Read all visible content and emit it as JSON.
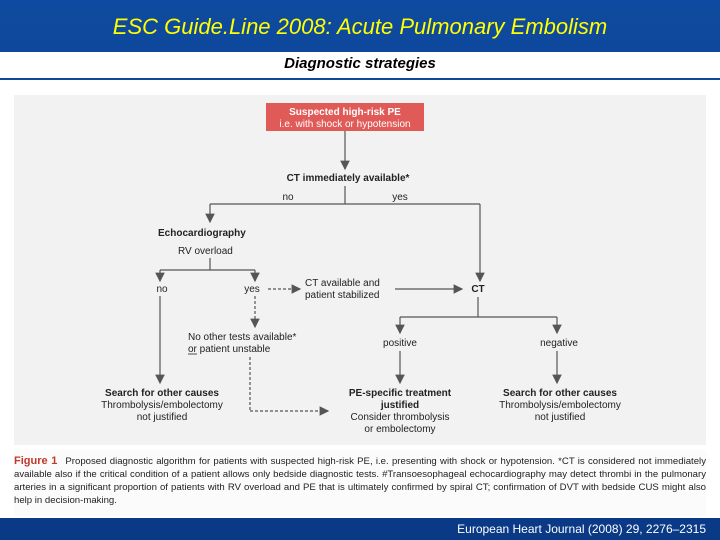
{
  "slide": {
    "title": "ESC Guide.Line 2008: Acute Pulmonary Embolism",
    "subtitle": "Diagnostic strategies",
    "footer": "European Heart Journal (2008) 29, 2276–2315"
  },
  "flowchart": {
    "start_line1": "Suspected high-risk PE",
    "start_line2": "i.e. with shock or hypotension",
    "ct_question": "CT immediately available*",
    "ct_no": "no",
    "ct_yes": "yes",
    "echo_line1": "Echocardiography",
    "echo_line2": "RV overload",
    "rv_no": "no",
    "rv_yes": "yes",
    "ct_available_line1": "CT available and",
    "ct_available_line2": "patient stabilized",
    "ct_node": "CT",
    "no_tests_line1": "No other tests available*",
    "no_tests_line2": "or patient unstable",
    "positive": "positive",
    "negative": "negative",
    "left_result_line1": "Search for other causes",
    "left_result_line2": "Thrombolysis/embolectomy",
    "left_result_line3": "not justified",
    "mid_result_line1": "PE-specific treatment",
    "mid_result_line2": "justified",
    "mid_result_line3": "Consider thrombolysis",
    "mid_result_line4": "or embolectomy",
    "right_result_line1": "Search for other causes",
    "right_result_line2": "Thrombolysis/embolectomy",
    "right_result_line3": "not justified"
  },
  "caption": {
    "figure_label": "Figure 1",
    "text": "Proposed diagnostic algorithm for patients with suspected high-risk PE, i.e. presenting with shock or hypotension. *CT is considered not immediately available also if the critical condition of a patient allows only bedside diagnostic tests. #Transoesophageal echocardiography may detect thrombi in the pulmonary arteries in a significant proportion of patients with RV overload and PE that is ultimately confirmed by spiral CT; confirmation of DVT with bedside CUS might also help in decision-making."
  },
  "colors": {
    "slide_background": "#0d3f93",
    "title_color": "#ffff00",
    "start_box": "#e05a58",
    "figure_label": "#c0392b"
  }
}
